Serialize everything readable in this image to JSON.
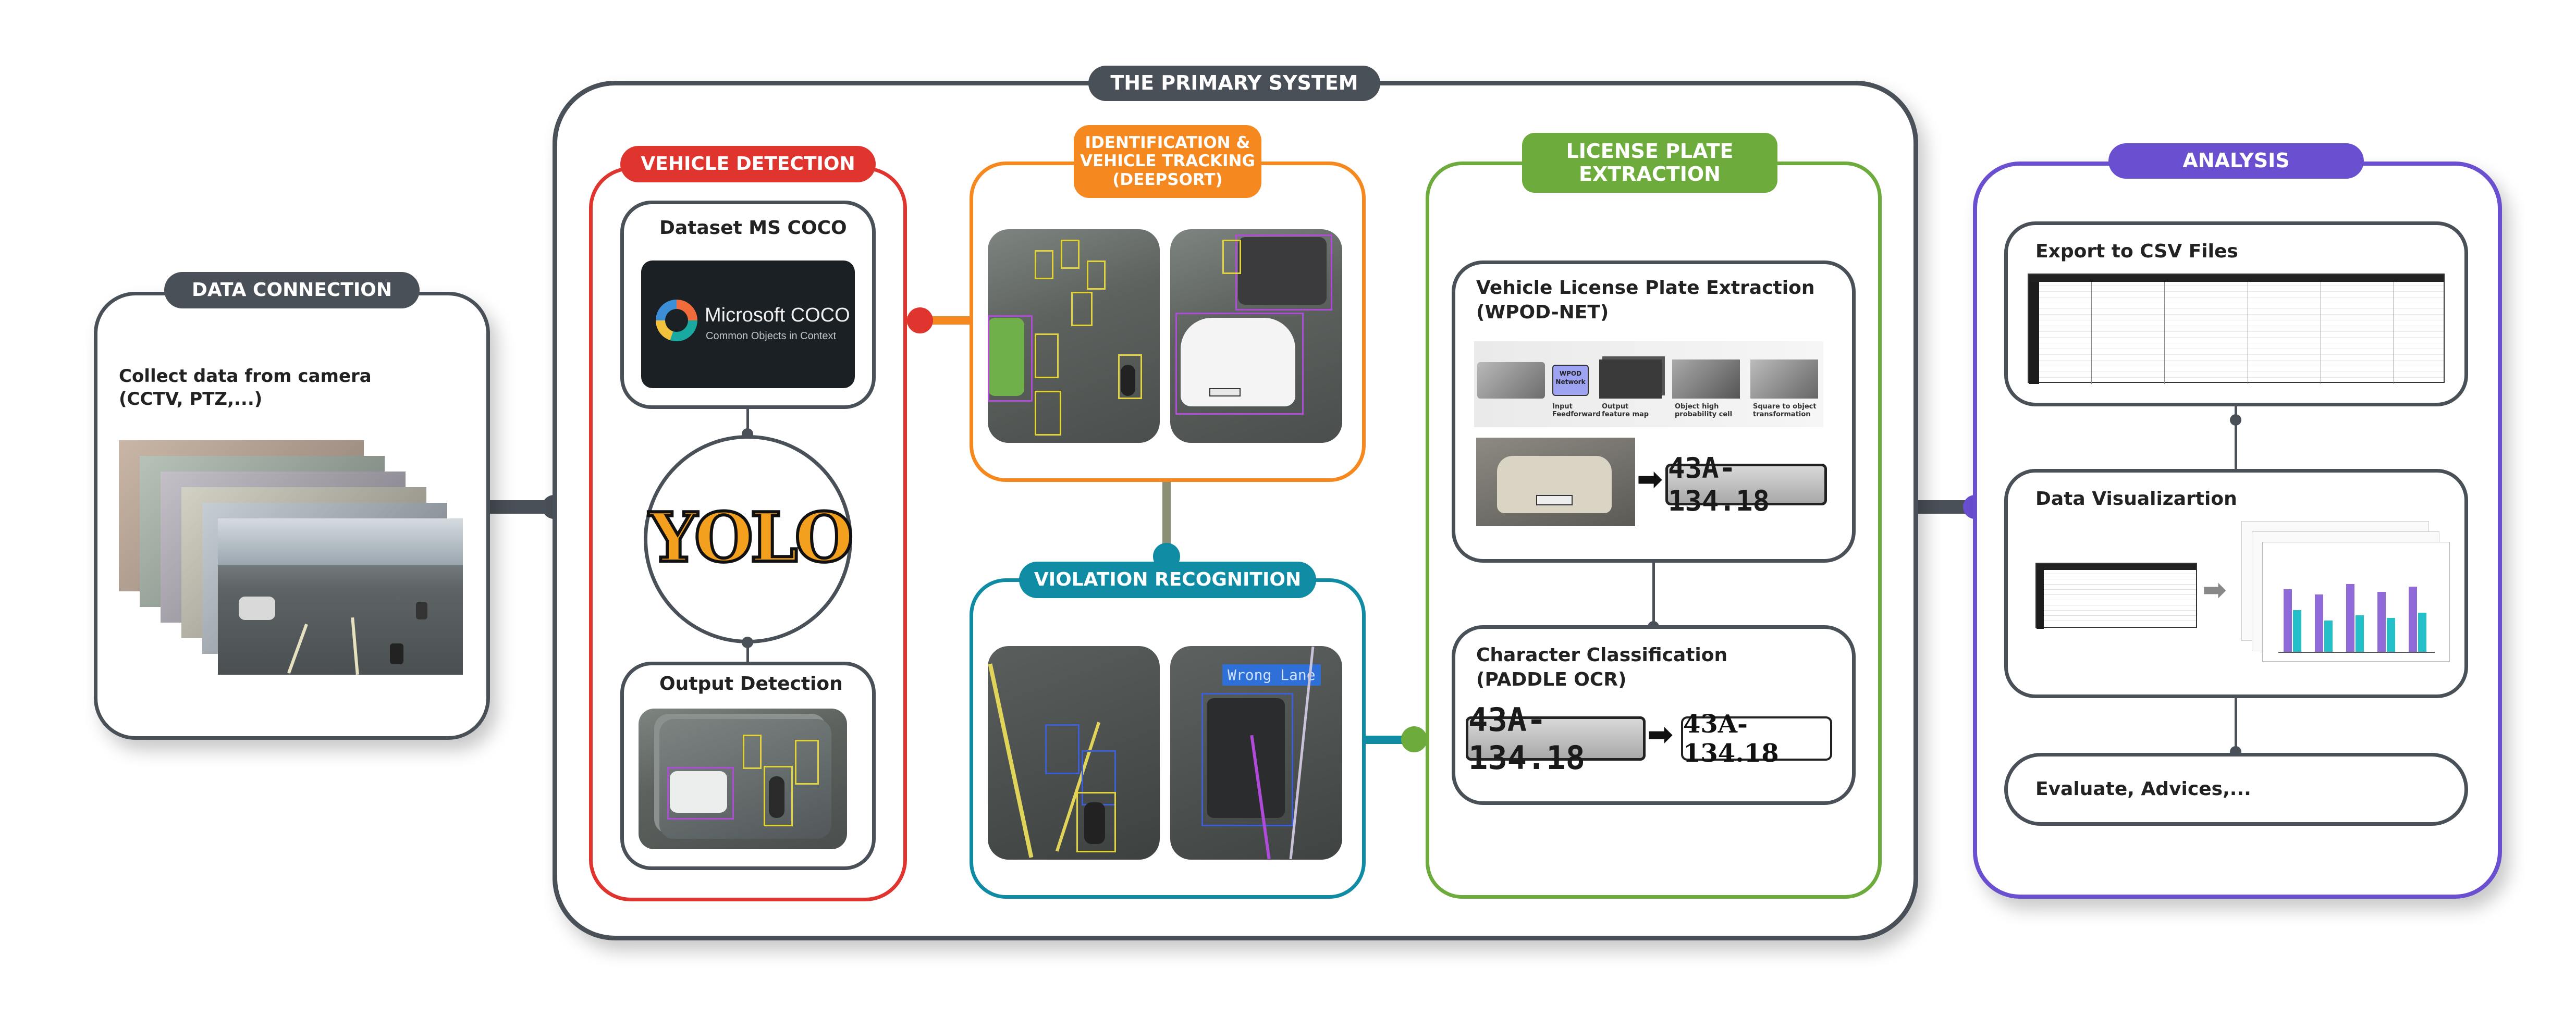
{
  "data_connection": {
    "label": "DATA CONNECTION",
    "text": "Collect data from camera\n(CCTV, PTZ,...)"
  },
  "primary_system": {
    "label": "THE PRIMARY SYSTEM"
  },
  "vehicle_detection": {
    "label": "VEHICLE DETECTION",
    "dataset_title": "Dataset MS COCO",
    "coco_brand": "Microsoft COCO",
    "coco_tagline": "Common Objects in Context",
    "yolo_logo": "YOLO",
    "output_title": "Output Detection"
  },
  "tracking": {
    "label": "IDENTIFICATION &\nVEHICLE TRACKING\n(DEEPSORT)"
  },
  "violation": {
    "label": "VIOLATION RECOGNITION",
    "overlay_text": "Wrong Lane"
  },
  "license_plate": {
    "label": "LICENSE PLATE\nEXTRACTION",
    "wpod_title": "Vehicle License Plate Extraction\n(WPOD-NET)",
    "wpod_box": "WPOD\nNetwork",
    "steps": [
      "Input\nFeedforward",
      "Output\nfeature map",
      "Object high\nprobability cell",
      "Square to object\ntransformation"
    ],
    "plate_text": "43A-134.18",
    "ocr_title": "Character Classification\n(PADDLE OCR)",
    "ocr_result": "43A-134.18"
  },
  "analysis": {
    "label": "ANALYSIS",
    "csv_title": "Export to CSV Files",
    "viz_title": "Data Visualizartion",
    "eval_title": "Evaluate, Advices,..."
  },
  "colors": {
    "dark": "#4a5057",
    "red": "#e0342f",
    "orange": "#f5891f",
    "teal": "#0f8ba4",
    "green": "#6cab3c",
    "purple": "#6a4fd0"
  }
}
